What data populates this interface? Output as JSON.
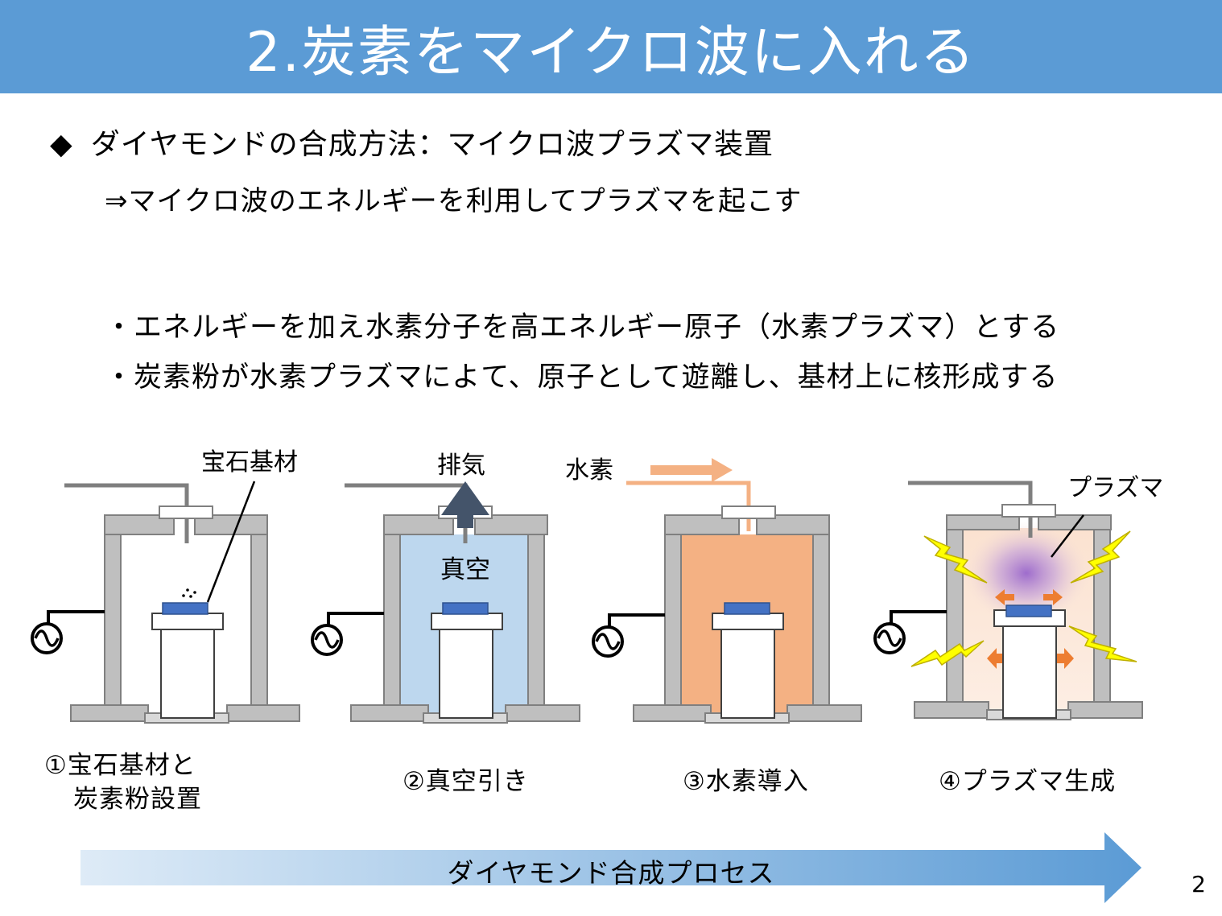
{
  "header": {
    "title": "2.炭素をマイクロ波に入れる"
  },
  "intro": {
    "bullet_symbol": "◆",
    "method": "ダイヤモンドの合成方法：マイクロ波プラズマ装置",
    "explanation": "⇒マイクロ波のエネルギーを利用してプラズマを起こす"
  },
  "bullets": [
    "・エネルギーを加え水素分子を高エネルギー原子（水素プラズマ）とする",
    "・炭素粉が水素プラズマによて、原子として遊離し、基材上に核形成する"
  ],
  "steps": [
    {
      "callout": "宝石基材",
      "caption_line1": "①宝石基材と",
      "caption_line2": "炭素粉設置"
    },
    {
      "callout": "排気",
      "inner_label": "真空",
      "caption": "②真空引き"
    },
    {
      "callout": "水素",
      "caption": "③水素導入"
    },
    {
      "callout": "プラズマ",
      "caption": "④プラズマ生成"
    }
  ],
  "process": {
    "label": "ダイヤモンド合成プロセス"
  },
  "page_number": "2",
  "colors": {
    "header": "#5b9bd5",
    "chamber_wall": "#bfbfbf",
    "vacuum": "#bdd7ee",
    "hydrogen": "#f4b183",
    "substrate": "#4472c4",
    "plasma": "#9966cc",
    "lightning": "#ffff00",
    "arrow_orange": "#ed7d31",
    "exhaust_arrow": "#44546a"
  },
  "icons": [
    "ac-source-icon",
    "lightning-icon",
    "exhaust-arrow-icon",
    "hydrogen-arrow-icon",
    "process-arrow-icon"
  ]
}
